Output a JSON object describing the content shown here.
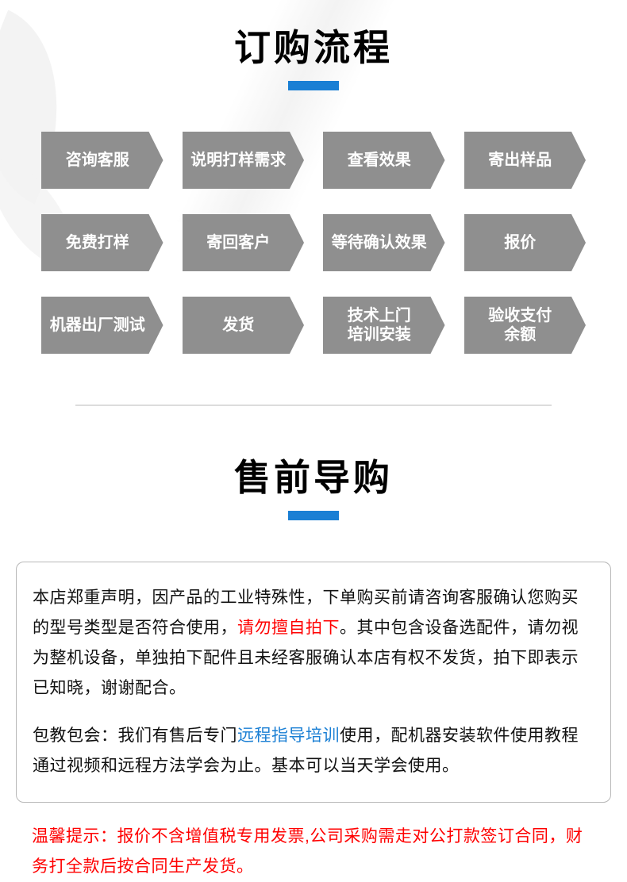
{
  "accent": {
    "blue": "#1a7fd4",
    "red": "#ff0000",
    "gray": "#8f8f8f"
  },
  "order_flow": {
    "title": "订购流程",
    "steps": [
      {
        "label": "咨询客服"
      },
      {
        "label": "说明打样需求"
      },
      {
        "label": "查看效果"
      },
      {
        "label": "寄出样品"
      },
      {
        "label": "免费打样"
      },
      {
        "label": "寄回客户"
      },
      {
        "label": "等待确认效果"
      },
      {
        "label": "报价"
      },
      {
        "label": "机器出厂测试"
      },
      {
        "label": "发货"
      },
      {
        "label": "技术上门\n培训安装"
      },
      {
        "label": "验收支付\n余额"
      }
    ]
  },
  "presale": {
    "title": "售前导购",
    "p1": {
      "seg1": "本店郑重声明，因产品的工业特殊性，下单购买前请咨询客服确认您购买的型号类型是否符合使用，",
      "seg2_red": "请勿擅自拍下",
      "seg3": "。其中包含设备选配件，请勿视为整机设备，单独拍下配件且未经客服确认本店有权不发货，拍下即表示已知晓，谢谢配合。"
    },
    "p2": {
      "seg1": "包教包会：我们有售后专门",
      "seg2_blue": "远程指导培训",
      "seg3": "使用，配机器安装软件使用教程通过视频和远程方法学会为止。基本可以当天学会使用。"
    },
    "p3": "温馨提示：报价不含增值税专用发票,公司采购需走对公打款签订合同，财务打全款后按合同生产发货。"
  }
}
